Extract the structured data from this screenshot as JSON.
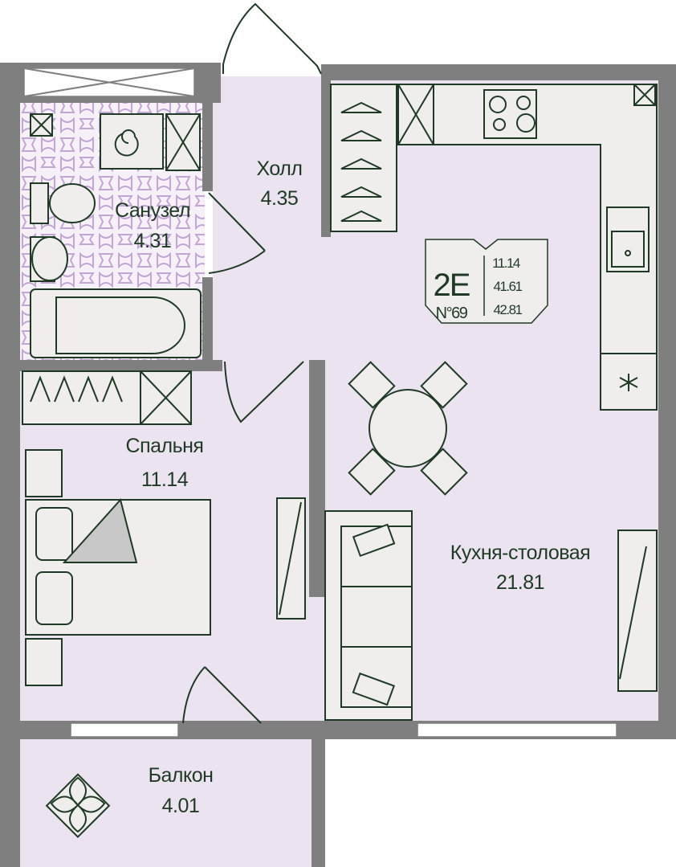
{
  "rooms": {
    "hall": {
      "name": "Холл",
      "area": "4.35"
    },
    "bathroom": {
      "name": "Санузел",
      "area": "4.31"
    },
    "bedroom": {
      "name": "Спальня",
      "area": "11.14"
    },
    "kitchen": {
      "name": "Кухня-столовая",
      "area": "21.81"
    },
    "balcony": {
      "name": "Балкон",
      "area": "4.01"
    }
  },
  "badge": {
    "type": "2E",
    "number": "N°69",
    "living_area": "11.14",
    "total_area": "41.61",
    "total_with_balcony": "42.81"
  },
  "colors": {
    "wall": "#7f7f7f",
    "floor": "#ebe3ef",
    "outline": "#1f3a24",
    "fixture": "#efeeed"
  }
}
